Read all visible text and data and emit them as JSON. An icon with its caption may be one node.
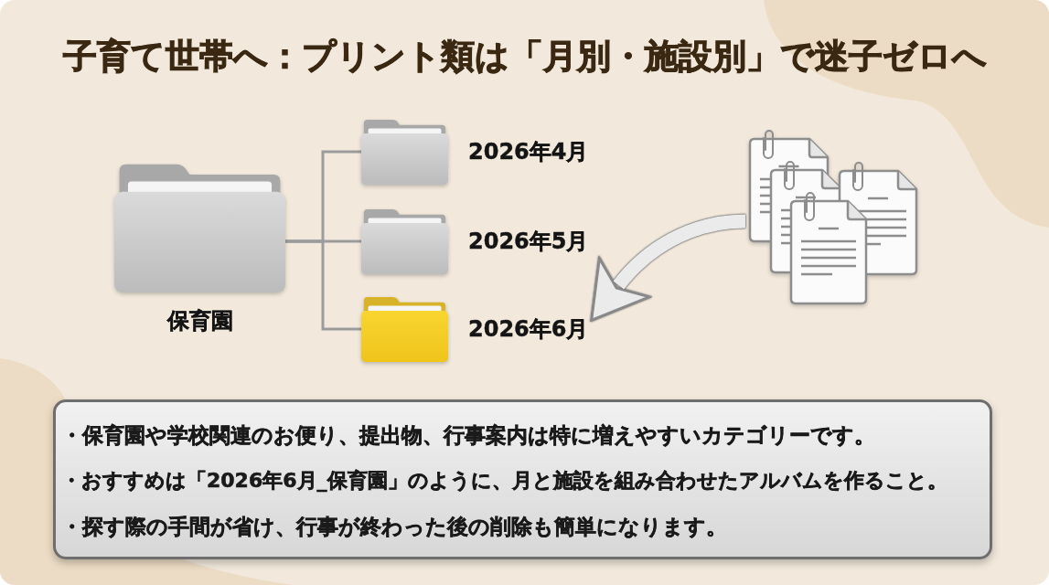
{
  "diagram": {
    "title": "子育て世帯へ：プリント類は「月別・施設別」で迷子ゼロへ",
    "nodes": [
      {
        "text": [
          "保育園"
        ]
      },
      {
        "text": [
          "2026年4月"
        ]
      },
      {
        "text": [
          "2026年5月"
        ]
      },
      {
        "text": [
          "2026年6月"
        ]
      },
      {
        "text": [],
        "shape": "picture"
      },
      {
        "text": [
          "・保育園や学校関連のお便り、提出物、行事案内は特に増えやすいカテゴリーです。",
          "・おすすめは「2026年6月_保育園」のように、月と施設を組み合わせたアルバムを作ること。",
          "・探す際の手間が省け、行事が終わった後の削除も簡単になります。"
        ]
      }
    ],
    "edges": [
      {
        "from": 0,
        "to": 1,
        "arrow": "none"
      },
      {
        "from": 0,
        "to": 2,
        "arrow": "none"
      },
      {
        "from": 0,
        "to": 3,
        "arrow": "none"
      },
      {
        "from": 4,
        "to": 3,
        "arrow": "to",
        "style": "thick",
        "color": "#ebebeb"
      }
    ]
  }
}
